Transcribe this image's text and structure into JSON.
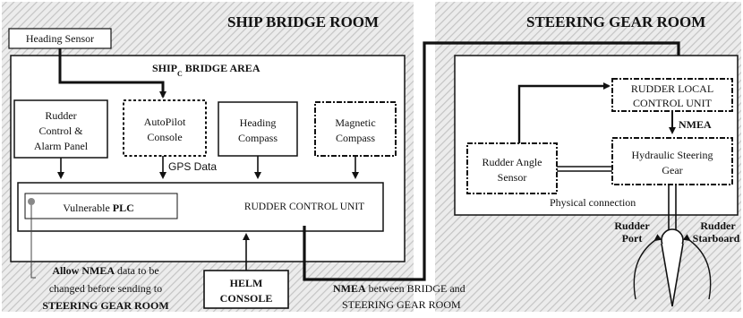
{
  "regions": {
    "bridge_room": "SHIP BRIDGE ROOM",
    "steering_room": "STEERING GEAR ROOM"
  },
  "bridge_area": {
    "prefix": "SHIP",
    "sub": "C",
    "rest": " BRIDGE AREA"
  },
  "boxes": {
    "heading_sensor": "Heading Sensor",
    "rudder_control": [
      "Rudder",
      "Control &",
      "Alarm Panel"
    ],
    "autopilot": [
      "AutoPilot",
      "Console"
    ],
    "heading_compass": [
      "Heading",
      "Compass"
    ],
    "magnetic_compass": [
      "Magnetic",
      "Compass"
    ],
    "vulnerable_plc": {
      "normal": "Vulnerable ",
      "bold": "PLC"
    },
    "rudder_control_unit": "RUDDER CONTROL UNIT",
    "helm_console": [
      "HELM",
      "CONSOLE"
    ],
    "rudder_local": [
      "RUDDER LOCAL",
      "CONTROL UNIT"
    ],
    "rudder_angle": [
      "Rudder Angle",
      "Sensor"
    ],
    "hydraulic": [
      "Hydraulic Steering",
      "Gear"
    ]
  },
  "labels": {
    "gps_data": "GPS Data",
    "nmea": "NMEA",
    "physical_connection": "Physical connection",
    "rudder_port": [
      "Rudder",
      "Port"
    ],
    "rudder_starboard": [
      "Rudder",
      "Starboard"
    ],
    "nmea_between": {
      "bold": "NMEA",
      "rest1": " between BRIDGE and",
      "line2": "STEERING GEAR ROOM"
    },
    "allow_note": {
      "line1_bold": "Allow NMEA",
      "line1_rest": " data to be",
      "line2": "changed before sending to",
      "line3": "STEERING GEAR ROOM"
    }
  },
  "colors": {
    "hatch": "#cfcfcf",
    "line": "#111111",
    "plc_dot": "#888888"
  }
}
